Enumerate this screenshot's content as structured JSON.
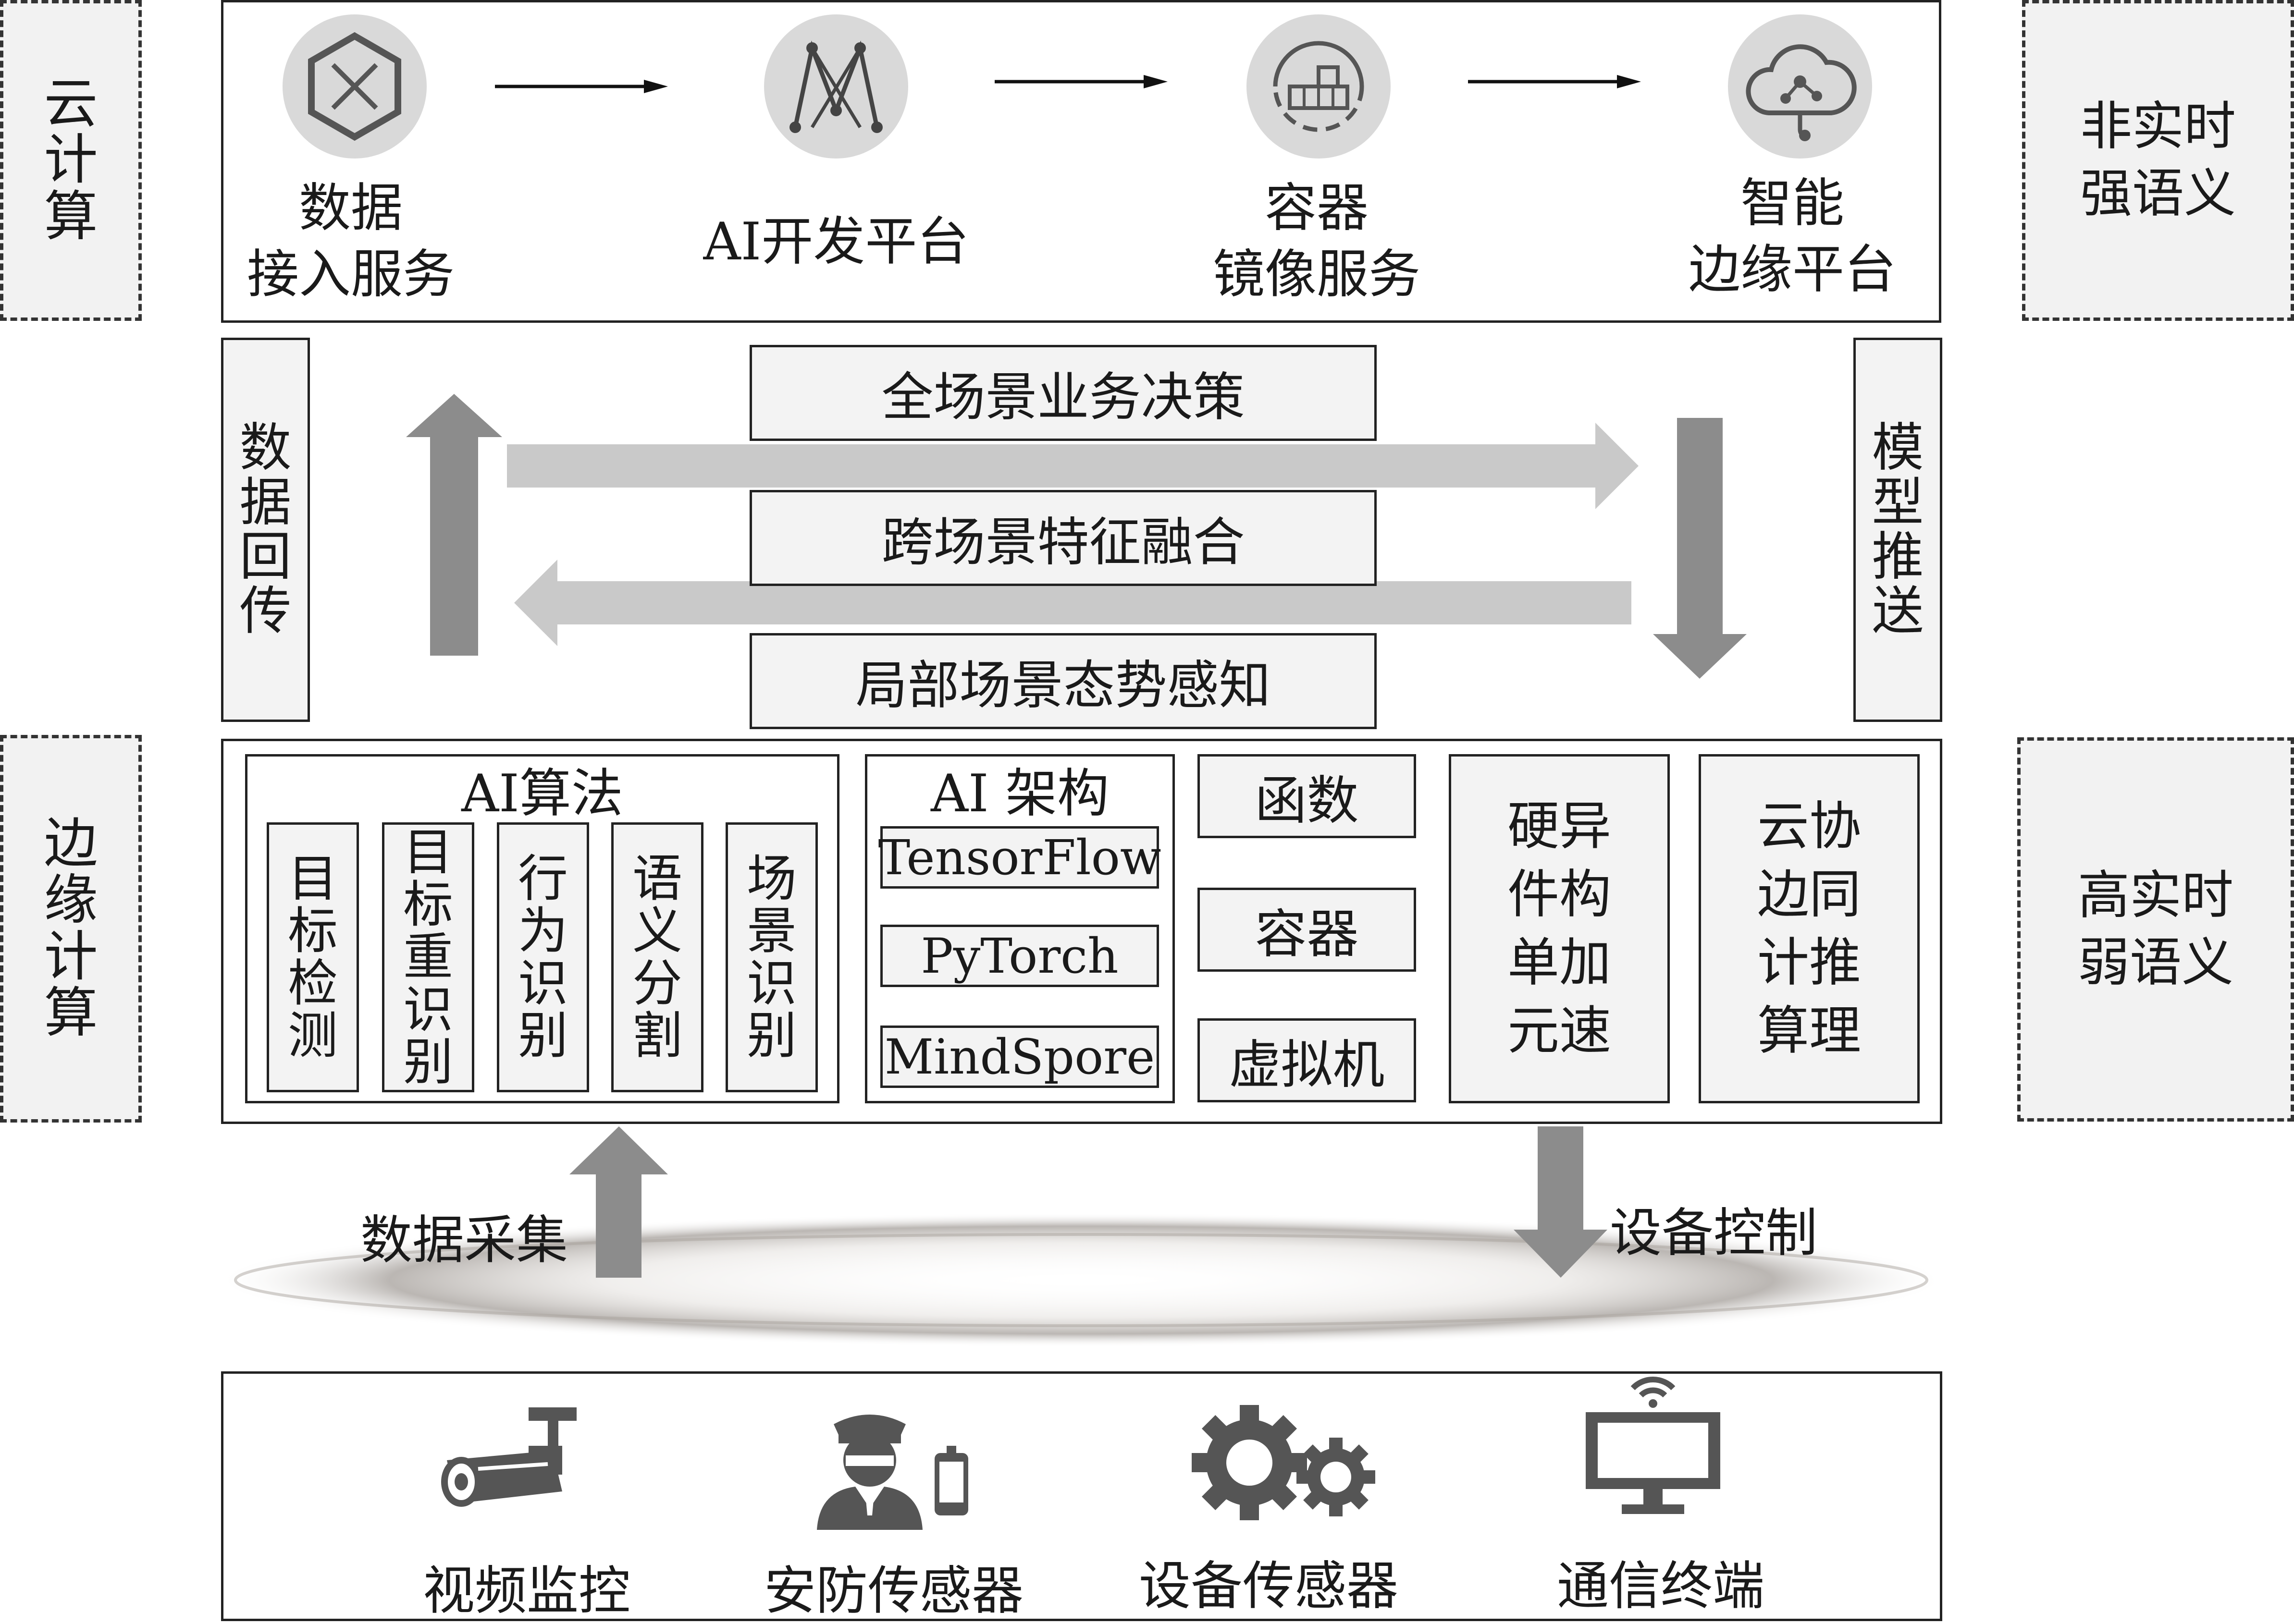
{
  "left_labels": {
    "cloud": [
      "云",
      "计",
      "算"
    ],
    "edge": [
      "边",
      "缘",
      "计",
      "算"
    ]
  },
  "right_labels": {
    "top": [
      "非实时",
      "强语义"
    ],
    "bottom": [
      "高实时",
      "弱语义"
    ]
  },
  "cloud_row": {
    "services": [
      {
        "icon": "data-access-icon",
        "lines": [
          "数据",
          "接入服务"
        ]
      },
      {
        "icon": "ai-network-icon",
        "lines": [
          "AI开发平台"
        ]
      },
      {
        "icon": "container-image-icon",
        "lines": [
          "容器",
          "镜像服务"
        ]
      },
      {
        "icon": "cloud-share-icon",
        "lines": [
          "智能",
          "边缘平台"
        ]
      }
    ]
  },
  "middle": {
    "left_side": [
      "数",
      "据",
      "回",
      "传"
    ],
    "right_side": [
      "模",
      "型",
      "推",
      "送"
    ],
    "center_boxes": [
      "全场景业务决策",
      "跨场景特征融合",
      "局部场景态势感知"
    ]
  },
  "edge_row": {
    "ai_algorithm": {
      "title": "AI算法",
      "items": [
        [
          "目",
          "标",
          "检",
          "测"
        ],
        [
          "目",
          "标",
          "重",
          "识",
          "别"
        ],
        [
          "行",
          "为",
          "识",
          "别"
        ],
        [
          "语",
          "义",
          "分",
          "割"
        ],
        [
          "场",
          "景",
          "识",
          "别"
        ]
      ]
    },
    "ai_framework": {
      "title": "AI 架构",
      "items": [
        "TensorFlow",
        "PyTorch",
        "MindSpore"
      ]
    },
    "runtime": [
      "函数",
      "容器",
      "虚拟机"
    ],
    "hardware": [
      "硬异",
      "件构",
      "单加",
      "元速"
    ],
    "cloud_edge": [
      "云协",
      "边同",
      "计推",
      "算理"
    ]
  },
  "flows": {
    "up_label": "数据采集",
    "down_label": "设备控制"
  },
  "devices": [
    {
      "icon": "surveillance-camera-icon",
      "label": "视频监控"
    },
    {
      "icon": "security-guard-icon",
      "label": "安防传感器"
    },
    {
      "icon": "gears-icon",
      "label": "设备传感器"
    },
    {
      "icon": "monitor-wifi-icon",
      "label": "通信终端"
    }
  ],
  "colors": {
    "arrow_dark": "#8c8c8c",
    "arrow_light": "#c9c9c9",
    "panel_fill": "#f3f3f3",
    "icon_circle": "#d9d9d9"
  }
}
